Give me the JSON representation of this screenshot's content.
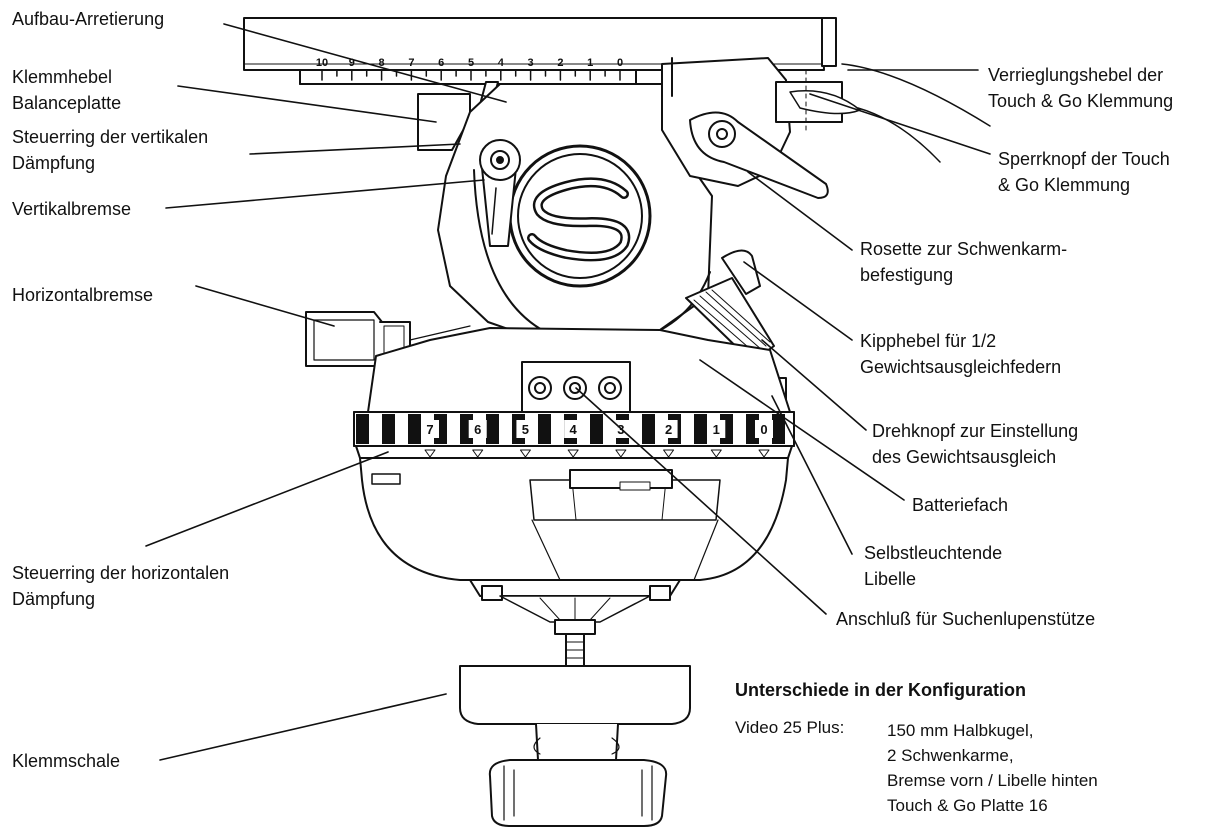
{
  "labels": {
    "aufbau": "Aufbau-Arretierung",
    "klemmhebel_1": "Klemmhebel",
    "klemmhebel_2": "Balanceplatte",
    "steuerring_v_1": "Steuerring der vertikalen",
    "steuerring_v_2": "Dämpfung",
    "vertikalbremse": "Vertikalbremse",
    "horizontalbremse": "Horizontalbremse",
    "steuerring_h_1": "Steuerring der horizontalen",
    "steuerring_h_2": "Dämpfung",
    "klemmschale": "Klemmschale",
    "verriegelung_1": "Verrieglungshebel der",
    "verriegelung_2": "Touch & Go Klemmung",
    "sperrknopf_1": "Sperrknopf der Touch",
    "sperrknopf_2": "& Go Klemmung",
    "rosette_1": "Rosette zur Schwenkarm-",
    "rosette_2": "befestigung",
    "kipphebel_1": "Kipphebel für 1/2",
    "kipphebel_2": "Gewichtsausgleichfedern",
    "drehknopf_1": "Drehknopf zur Einstellung",
    "drehknopf_2": "des Gewichtsausgleich",
    "batteriefach": "Batteriefach",
    "libelle_1": "Selbstleuchtende",
    "libelle_2": "Libelle",
    "anschluss": "Anschluß für Suchenlupenstütze"
  },
  "top_scale": [
    "10",
    "9",
    "8",
    "7",
    "6",
    "5",
    "4",
    "3",
    "2",
    "1",
    "0"
  ],
  "ring_scale": [
    "7",
    "6",
    "5",
    "4",
    "3",
    "2",
    "1",
    "0"
  ],
  "config": {
    "title": "Unterschiede in der Konfiguration",
    "model": "Video 25 Plus:",
    "lines": [
      "150 mm Halbkugel,",
      "2 Schwenkarme,",
      "Bremse vorn / Libelle hinten",
      "Touch & Go Platte 16"
    ]
  }
}
